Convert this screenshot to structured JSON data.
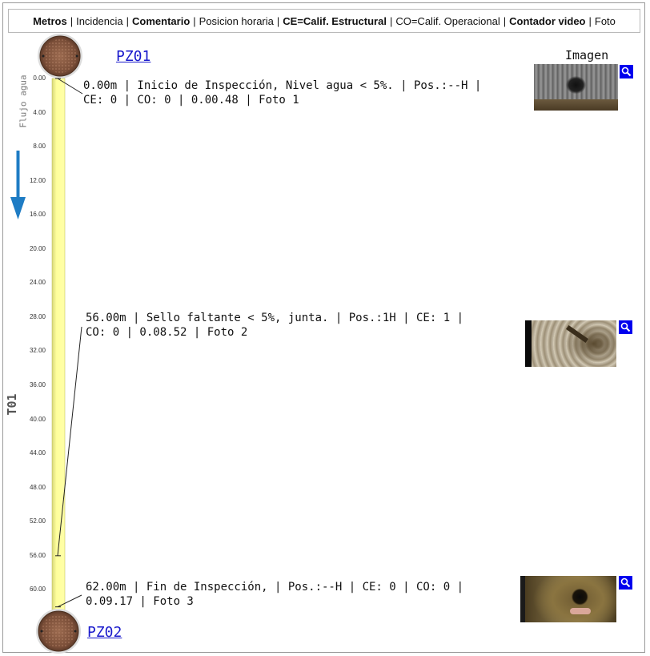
{
  "legend": {
    "metros": "Metros",
    "incidencia": "Incidencia",
    "comentario": "Comentario",
    "posicion": "Posicion horaria",
    "ce": "CE=Calif. Estructural",
    "co": "CO=Calif. Operacional",
    "contador": "Contador video",
    "foto": "Foto"
  },
  "start_node": "PZ01",
  "end_node": "PZ02",
  "image_header": "Imagen",
  "flow_label": "Flujo agua",
  "segment_label": "T01",
  "axis": {
    "ticks": [
      "0.00",
      "4.00",
      "8.00",
      "12.00",
      "16.00",
      "20.00",
      "24.00",
      "28.00",
      "32.00",
      "36.00",
      "40.00",
      "44.00",
      "48.00",
      "52.00",
      "56.00",
      "60.00"
    ],
    "max": 62
  },
  "observations": [
    {
      "meter": 0.0,
      "line1": "0.00m | Inicio de Inspección, Nivel agua < 5%. | Pos.:--H |",
      "line2": "CE: 0 | CO: 0 | 0.00.48 | Foto 1"
    },
    {
      "meter": 56.0,
      "line1": "56.00m | Sello faltante < 5%, junta. | Pos.:1H | CE: 1 |",
      "line2": "CO: 0 | 0.08.52 | Foto 2"
    },
    {
      "meter": 62.0,
      "line1": "62.00m | Fin de Inspección, | Pos.:--H | CE: 0 | CO: 0 |",
      "line2": "0.09.17 | Foto 3"
    }
  ],
  "colors": {
    "pipe": "#ffff99",
    "pipe_edge": "#b8b84a",
    "link": "#1a1acc",
    "zoom": "#0000ee",
    "arrow": "#1e7cc4"
  }
}
